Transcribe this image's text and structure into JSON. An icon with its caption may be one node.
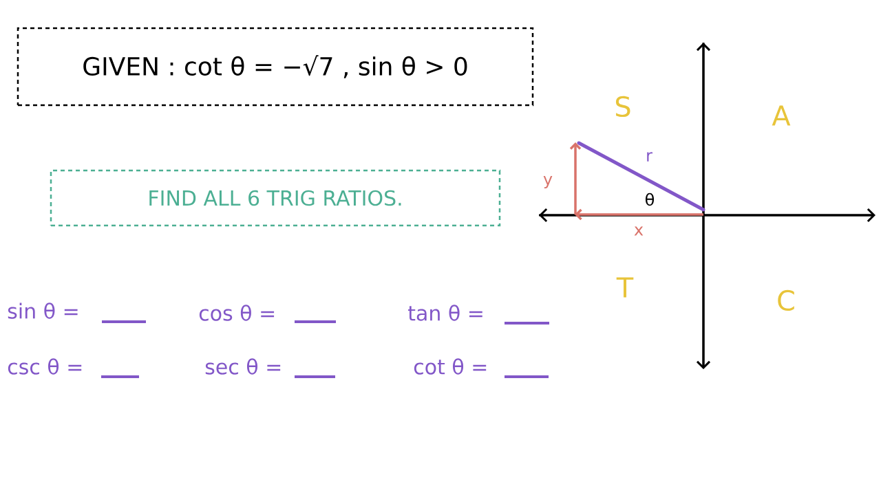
{
  "diagram": {
    "nodes": [
      {
        "text": [
          "GIVEN : cot θ = −√7 , sin θ > 0"
        ]
      },
      {
        "text": [
          "FIND ALL 6 TRIG RATIOS."
        ]
      }
    ],
    "labels": [
      "S",
      "A",
      "T",
      "C",
      "y",
      "r",
      "θ",
      "x",
      "sin θ =",
      "cos θ =",
      "tan θ =",
      "csc θ =",
      "sec θ =",
      "cot θ ="
    ]
  }
}
